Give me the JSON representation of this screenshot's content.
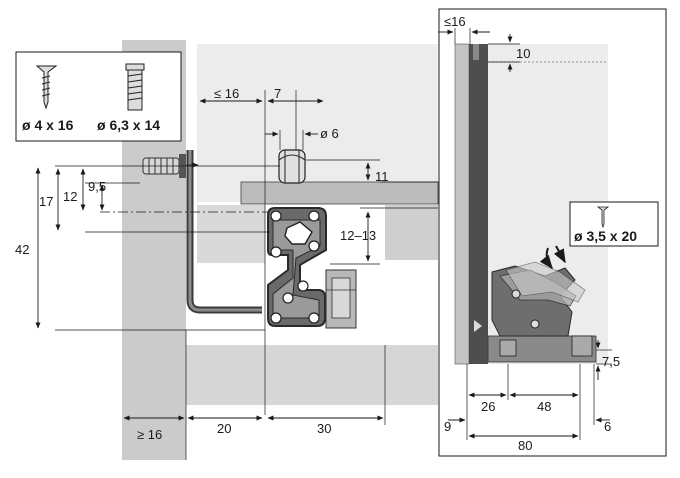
{
  "screw_labels": {
    "screw_a": "ø 4 x 16",
    "screw_b": "ø 6,3 x 14",
    "screw_c": "ø 3,5 x 20"
  },
  "left_view": {
    "dim_max_16": "≤ 16",
    "dim_7": "7",
    "dim_dia_6": "ø 6",
    "dim_11": "11",
    "dim_12_13": "12–13",
    "dim_17": "17",
    "dim_12": "12",
    "dim_9_5": "9,5",
    "dim_42": "42",
    "dim_min_16": "≥ 16",
    "dim_20": "20",
    "dim_30": "30"
  },
  "right_view": {
    "dim_max_16": "≤16",
    "dim_10": "10",
    "dim_7_5": "7,5",
    "dim_26": "26",
    "dim_48": "48",
    "dim_9": "9",
    "dim_6": "6",
    "dim_80": "80"
  },
  "colors": {
    "panel": "#c8c8c8",
    "panel_light": "#e6e6e6",
    "drawer": "#dcdcdc",
    "runner": "#5a5a5a",
    "line": "#1a1a1a"
  }
}
